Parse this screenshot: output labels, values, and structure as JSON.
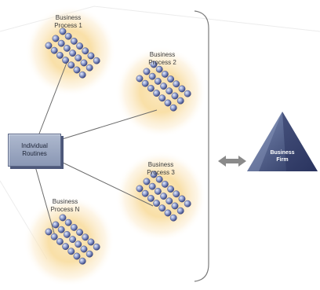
{
  "business_processes": [
    {
      "id": "bp1",
      "label": "Business\nProcess 1"
    },
    {
      "id": "bp2",
      "label": "Business\nProcess 2"
    },
    {
      "id": "bp3",
      "label": "Business\nProcess 3"
    },
    {
      "id": "bpn",
      "label": "Business\nProcess N"
    }
  ],
  "individual_routines": {
    "label": "Individual\nRoutines"
  },
  "business_firm": {
    "label": "Business\nFirm"
  },
  "colors": {
    "glow": "#f6d28a",
    "bead": "#8e9ccf",
    "bead_dark": "#3e4a86",
    "box": "#8f9bb8",
    "triangle_light": "#6d7da6",
    "triangle_dark": "#2e3a66",
    "arrow": "#8a8a8a",
    "bracket": "#7a7a7a",
    "line": "#6b6b6b"
  }
}
